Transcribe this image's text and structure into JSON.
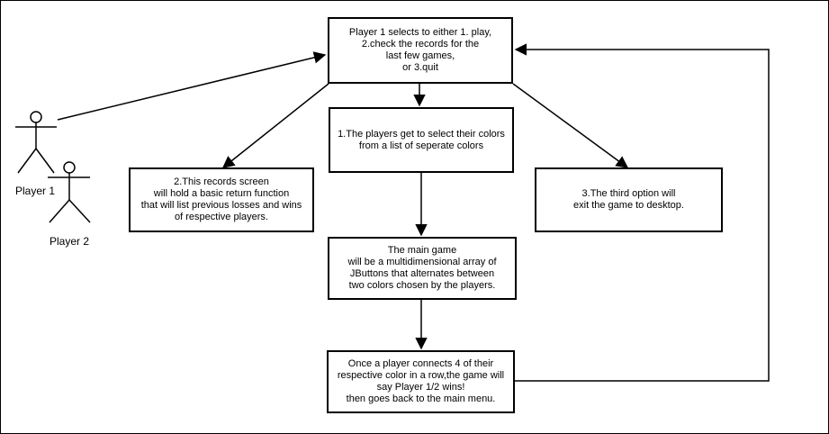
{
  "actors": [
    {
      "id": "player1",
      "label": "Player 1"
    },
    {
      "id": "player2",
      "label": "Player 2"
    }
  ],
  "boxes": {
    "menu": "Player 1 selects to either 1. play,\n2.check the records for the\nlast few games,\nor 3.quit",
    "select_colors": "1.The players get to select their colors\nfrom a list of seperate colors",
    "records": "2.This records screen\nwill hold a basic return function\nthat will list previous losses and wins\nof respective players.",
    "quit": "3.The third option will\nexit the game to desktop.",
    "main_game": "The main game\nwill be a multidimensional array of\nJButtons that alternates between\ntwo colors chosen by the players.",
    "win": "Once a player connects 4 of their\nrespective color in a row,the game will\nsay Player 1/2 wins!\nthen goes back to the main menu."
  }
}
